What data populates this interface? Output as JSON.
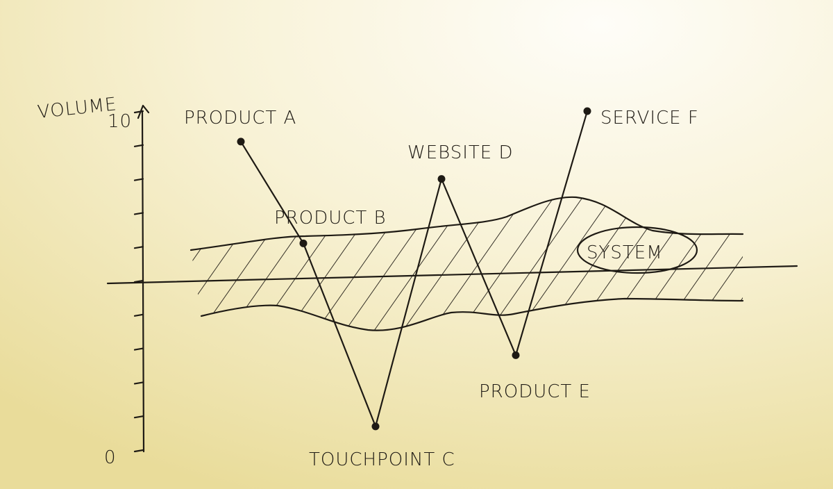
{
  "chart_data": {
    "type": "line",
    "title": "",
    "ylabel": "VOLUME",
    "xlabel": "",
    "ylim": [
      0,
      10
    ],
    "y_tick_labels": [
      "0",
      "10"
    ],
    "baseline_value": 5,
    "grid": false,
    "points": [
      {
        "label": "PRODUCT A",
        "value": 9.1
      },
      {
        "label": "PRODUCT B",
        "value": 6.1
      },
      {
        "label": "TOUCHPOINT C",
        "value": 0.7
      },
      {
        "label": "WEBSITE D",
        "value": 8.0
      },
      {
        "label": "PRODUCT E",
        "value": 2.8
      },
      {
        "label": "SERVICE F",
        "value": 10.0
      }
    ],
    "band": {
      "label": "SYSTEM",
      "range_approx": [
        3.7,
        6.4
      ]
    }
  },
  "colors": {
    "ink": "#1e1a14",
    "paper_light": "#fdfbf3",
    "paper_warm": "#efe3a8"
  }
}
